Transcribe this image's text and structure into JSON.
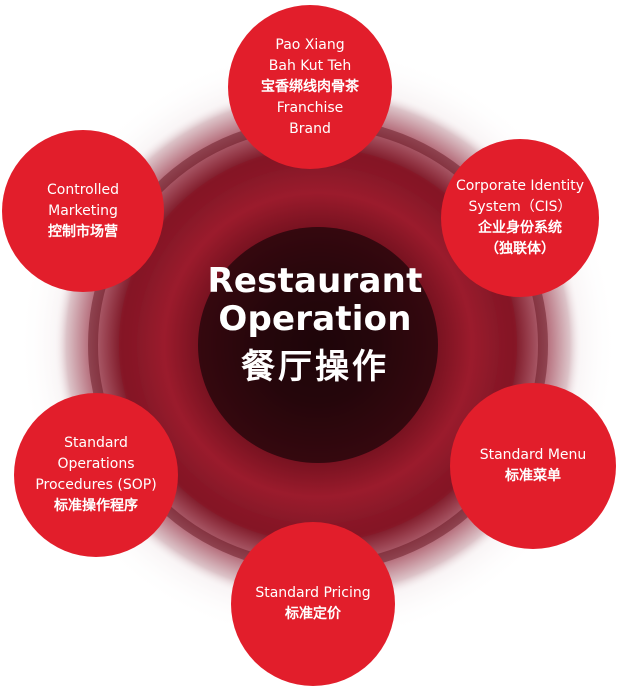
{
  "center": {
    "title_en_line1": "Restaurant",
    "title_en_line2": "Operation",
    "title_zh": "餐厅操作"
  },
  "nodes": {
    "top": {
      "lines": [
        "Pao Xiang",
        "Bah Kut Teh",
        "宝香绑线肉骨茶",
        "Franchise",
        "Brand"
      ]
    },
    "left": {
      "lines": [
        "Controlled",
        "Marketing",
        "控制市场营"
      ]
    },
    "right": {
      "lines": [
        "Corporate Identity",
        "System（CIS）",
        "企业身份系统",
        "（独联体）"
      ]
    },
    "bottom_left": {
      "lines": [
        "Standard Operations",
        "Procedures (SOP)",
        "标准操作程序"
      ]
    },
    "bottom_right": {
      "lines": [
        "Standard Menu",
        "标准菜单"
      ]
    },
    "bottom": {
      "lines": [
        "Standard Pricing",
        "标准定价"
      ]
    }
  },
  "colors": {
    "node_fill": "#e21e2b",
    "text": "#ffffff",
    "ring_outer": "#c9a3ab",
    "ring_mid": "#9b1b2c",
    "ring_inner": "#5a1018",
    "core": "#2a070c"
  }
}
